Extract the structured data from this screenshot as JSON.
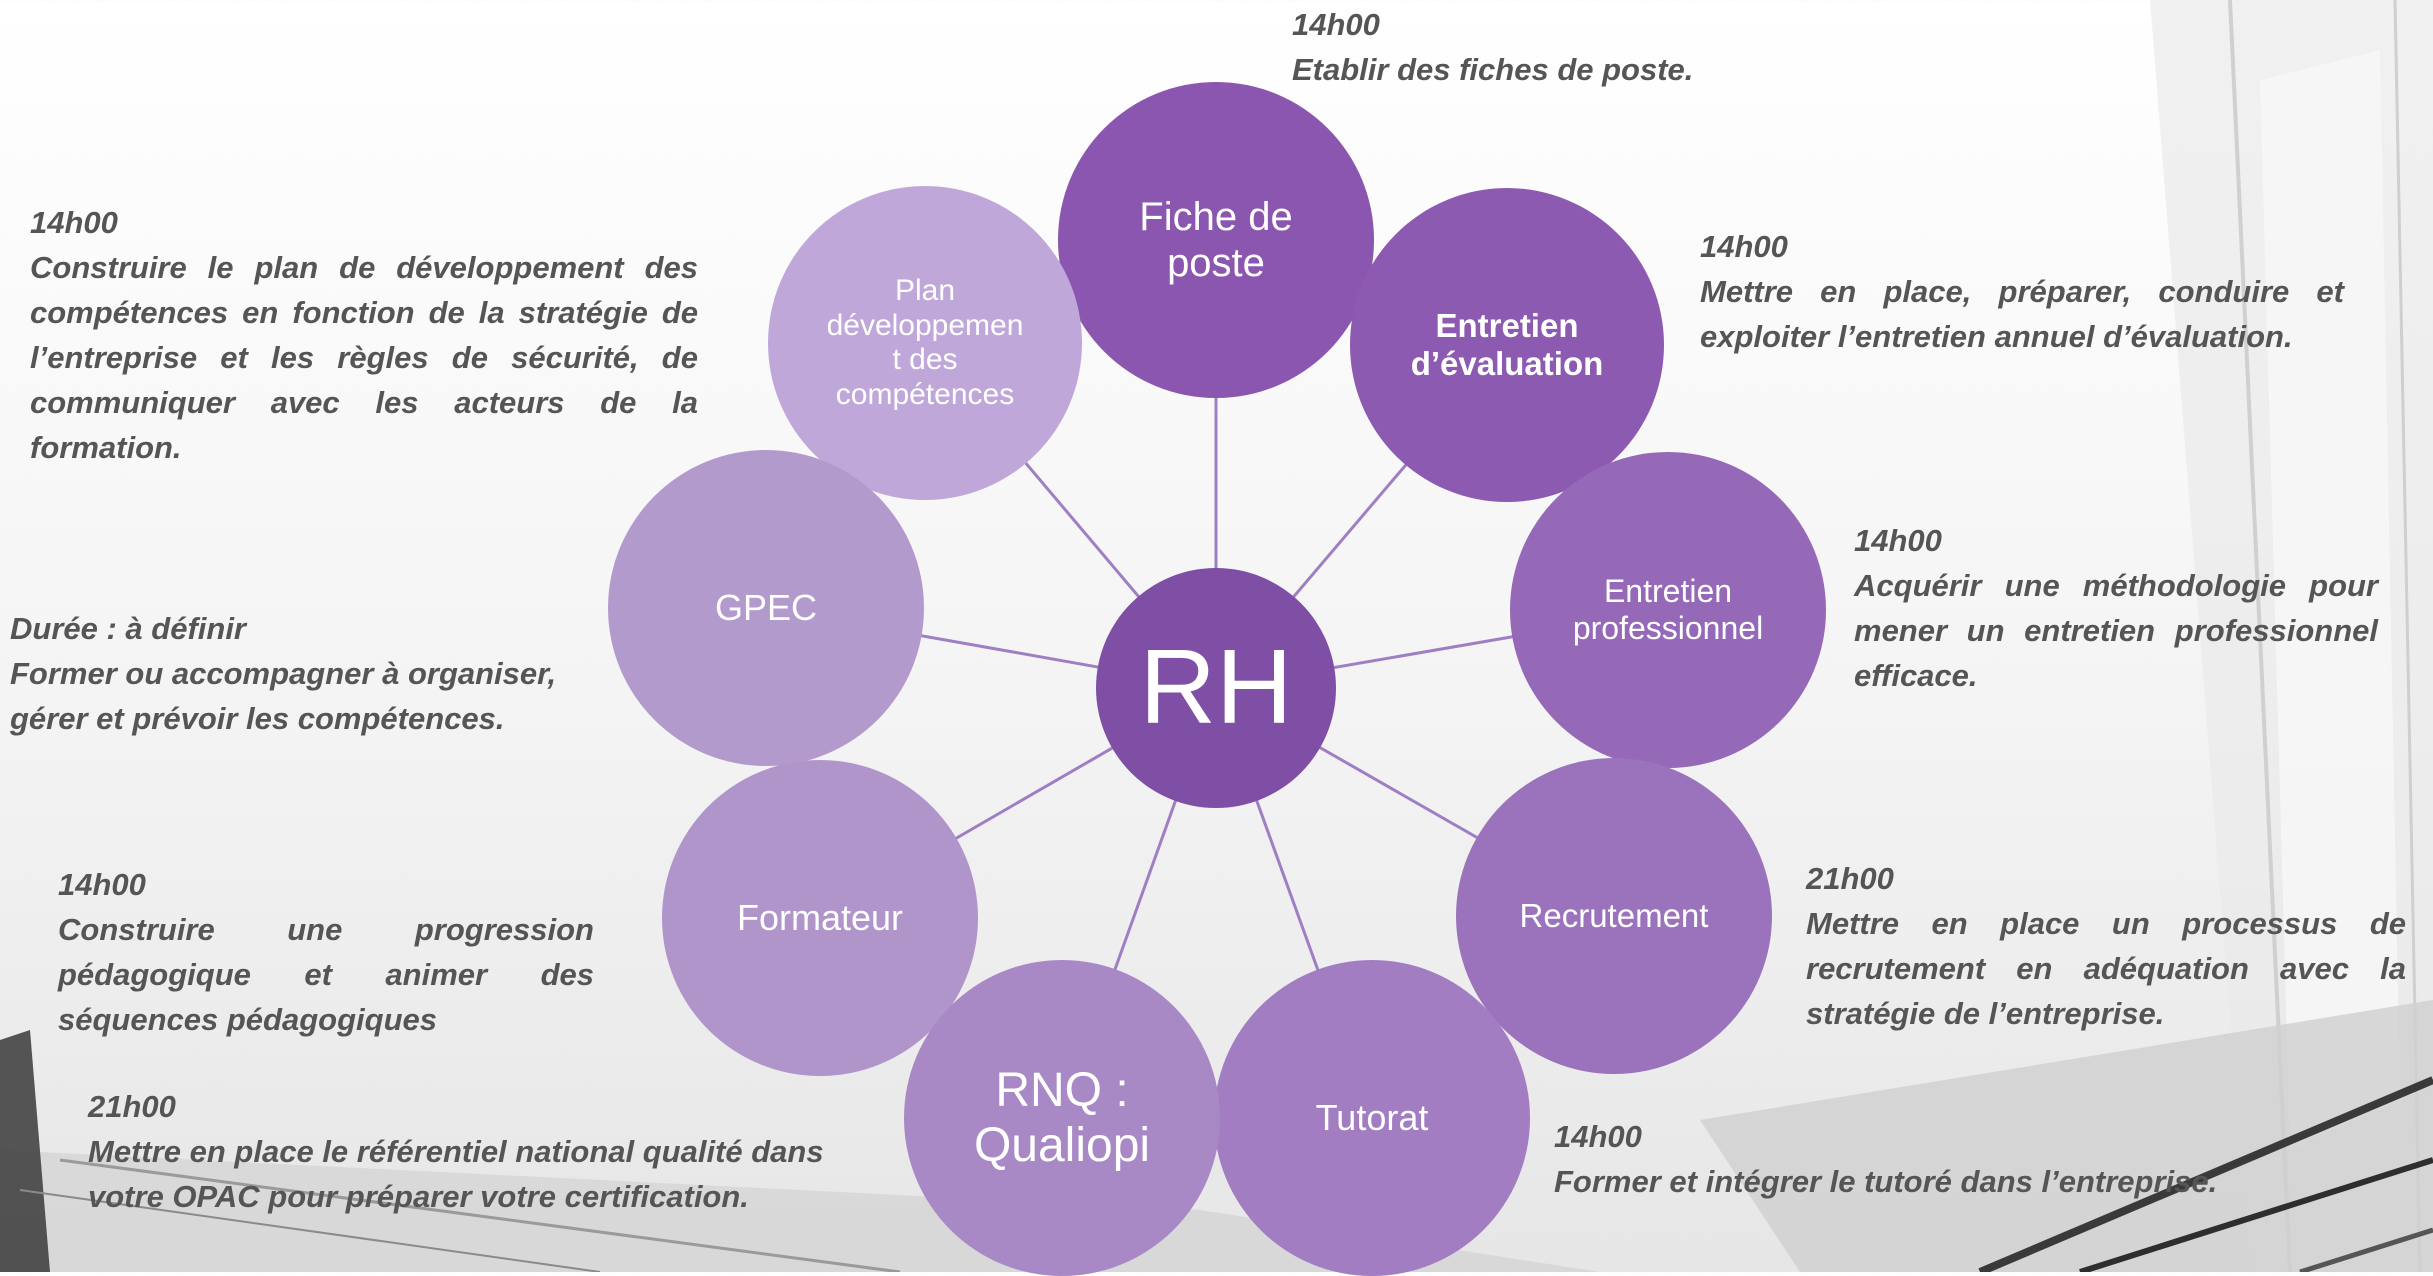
{
  "colors": {
    "center": "#7f4fa5",
    "node_dark": "#8a56b0",
    "node_mid": "#9568b8",
    "node_light": "#b49bcf",
    "node_lighter": "#bfa8d9",
    "spoke": "#9f7fc4",
    "text": "#555555"
  },
  "center": {
    "label": "RH"
  },
  "nodes": {
    "fiche": {
      "label": "Fiche de\nposte"
    },
    "entretien_eval": {
      "label": "Entretien\nd’évaluation"
    },
    "entretien_pro": {
      "label": "Entretien\nprofessionnel"
    },
    "recrutement": {
      "label": "Recrutement"
    },
    "tutorat": {
      "label": "Tutorat"
    },
    "rnq": {
      "label": "RNQ :\nQualiopi"
    },
    "formateur": {
      "label": "Formateur"
    },
    "gpec": {
      "label": "GPEC"
    },
    "plan": {
      "label": "Plan\ndéveloppemen\nt des\ncompétences"
    }
  },
  "descriptions": {
    "fiche": {
      "duration": "14h00",
      "text": "Etablir des fiches de poste."
    },
    "plan": {
      "duration": "14h00",
      "text": "Construire le plan de développement des compétences en fonction de la stratégie de l’entreprise et les règles de sécurité, de communiquer avec les acteurs de la formation."
    },
    "entretien_eval": {
      "duration": "14h00",
      "text": "Mettre en place, préparer, conduire et exploiter l’entretien annuel d’évaluation."
    },
    "entretien_pro": {
      "duration": "14h00",
      "text": "Acquérir une méthodologie pour mener un entretien professionnel efficace."
    },
    "gpec": {
      "duration": "Durée : à définir",
      "text": "Former ou accompagner à organiser, gérer et prévoir les compétences."
    },
    "recrutement": {
      "duration": "21h00",
      "text": "Mettre en place un processus de recrutement en adéquation avec la stratégie de l’entreprise."
    },
    "formateur": {
      "duration": "14h00",
      "text": "Construire une progression pédagogique et animer des séquences pédagogiques"
    },
    "tutorat": {
      "duration": "14h00",
      "text": "Former et intégrer le tutoré dans l’entreprise."
    },
    "rnq": {
      "duration": "21h00",
      "text": "Mettre en place le référentiel national qualité dans votre OPAC pour préparer votre certification."
    }
  }
}
